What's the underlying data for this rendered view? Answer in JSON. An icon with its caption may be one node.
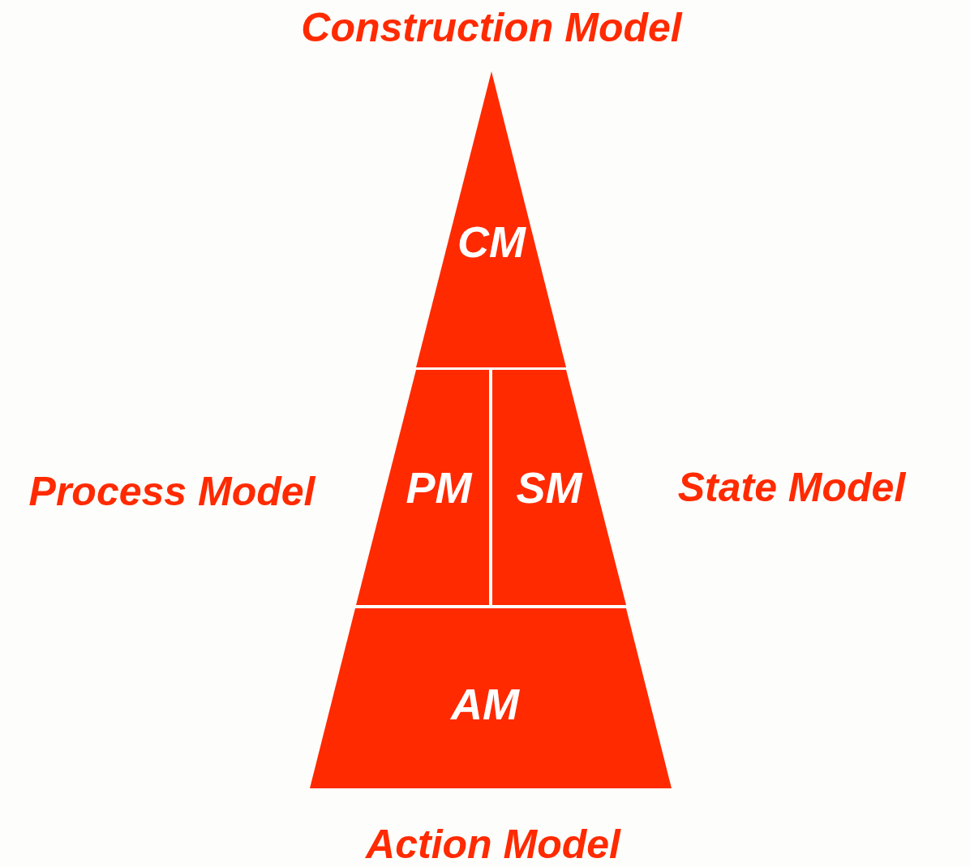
{
  "diagram": {
    "nodes": [
      {
        "text": [
          "CM"
        ],
        "beside": [
          "Construction Model"
        ]
      },
      {
        "text": [
          "PM"
        ],
        "beside": [
          "Process Model"
        ]
      },
      {
        "text": [
          "SM"
        ],
        "beside": [
          "State Model"
        ]
      },
      {
        "text": [
          "AM"
        ],
        "beside": [
          "Action Model"
        ]
      }
    ]
  }
}
